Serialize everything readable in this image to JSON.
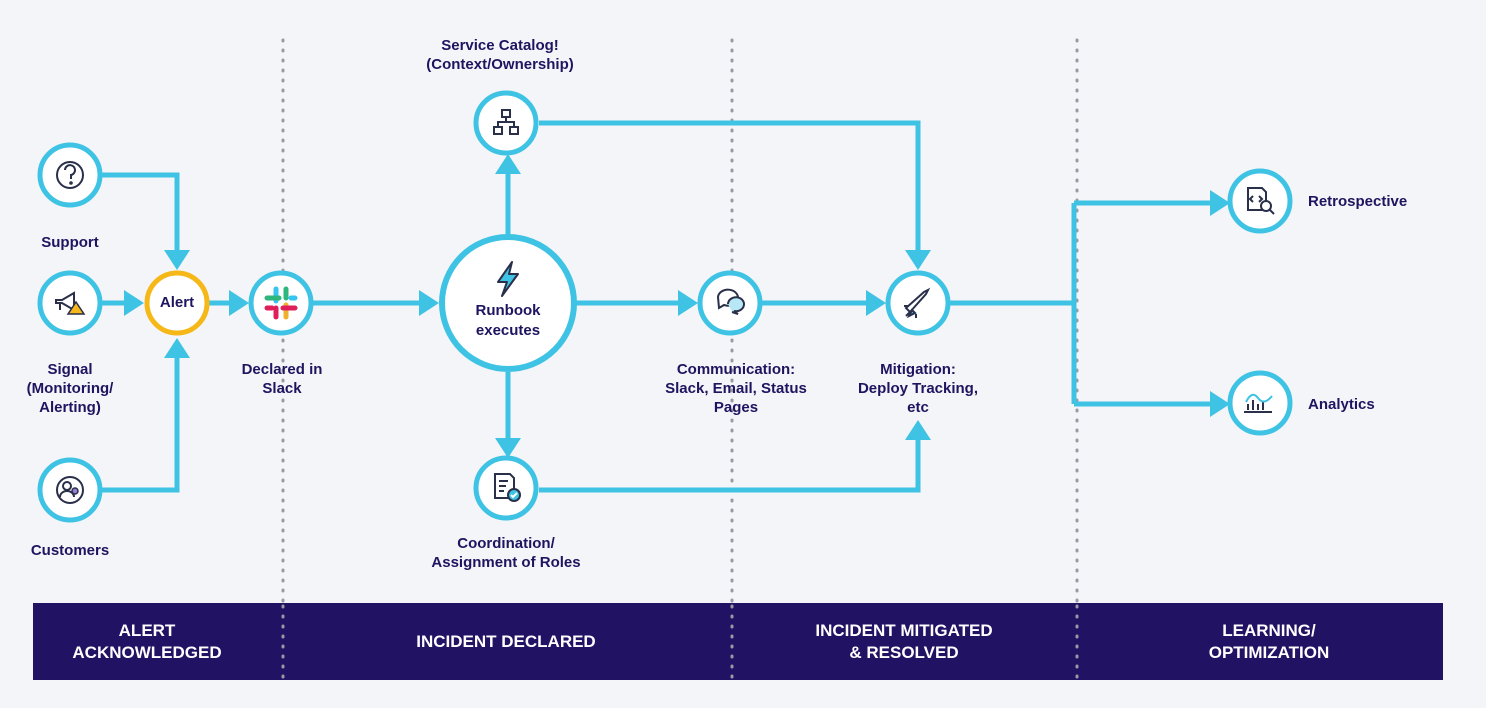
{
  "colors": {
    "arrow": "#3fc3e4",
    "ring": "#3fc3e4",
    "alert_ring": "#f5b818",
    "text": "#1e1460",
    "bar": "#221264",
    "dots": "#9a9aa4"
  },
  "nodes": {
    "support": {
      "label": "Support",
      "icon": "question-icon"
    },
    "signal": {
      "label": "Signal\n(Monitoring/\nAlerting)",
      "icon": "megaphone-warning-icon"
    },
    "customers": {
      "label": "Customers",
      "icon": "customers-icon"
    },
    "alert": {
      "label": "Alert"
    },
    "slack": {
      "label": "Declared in\nSlack",
      "icon": "slack-icon"
    },
    "runbook": {
      "label": "Runbook\nexecutes",
      "icon": "lightning-icon"
    },
    "service_catalog": {
      "label": "Service Catalog!\n(Context/Ownership)",
      "icon": "hierarchy-icon"
    },
    "coordination": {
      "label": "Coordination/\nAssignment of Roles",
      "icon": "document-check-icon"
    },
    "communication": {
      "label": "Communication:\nSlack, Email, Status\nPages",
      "icon": "chat-bubbles-icon"
    },
    "mitigation": {
      "label": "Mitigation:\nDeploy Tracking,\netc",
      "icon": "rocket-icon"
    },
    "retrospective": {
      "label": "Retrospective",
      "icon": "document-search-icon"
    },
    "analytics": {
      "label": "Analytics",
      "icon": "analytics-icon"
    }
  },
  "phases": [
    "ALERT\nACKNOWLEDGED",
    "INCIDENT DECLARED",
    "INCIDENT MITIGATED\n& RESOLVED",
    "LEARNING/\nOPTIMIZATION"
  ]
}
